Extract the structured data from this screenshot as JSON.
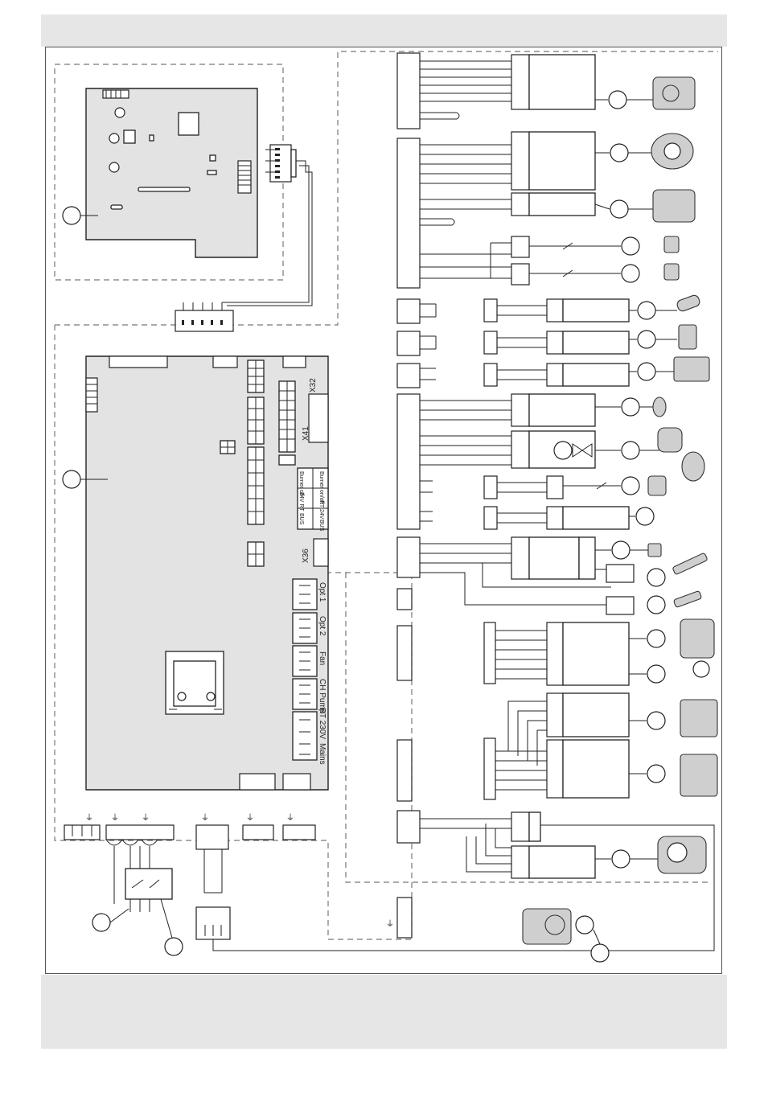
{
  "diagram": {
    "main_board_labels": {
      "x32": "X32",
      "x41": "X41",
      "x36": "X36"
    },
    "terminal_block_small": {
      "burner_off": "Burner off",
      "burner_on_off": "Burner on/off",
      "rt_24v": "RT 24V",
      "rt_24v_alt": "24V RT",
      "bus": "BUS",
      "bus_alt": "BUS"
    },
    "option_blocks": [
      {
        "label": "Opt 1"
      },
      {
        "label": "Opt 2"
      },
      {
        "label": "Fan"
      },
      {
        "label": "CH Pump"
      },
      {
        "label": "RT 230V"
      }
    ],
    "mains_label": "Mains",
    "earth_symbol": "⏚",
    "callouts_count": 24
  }
}
